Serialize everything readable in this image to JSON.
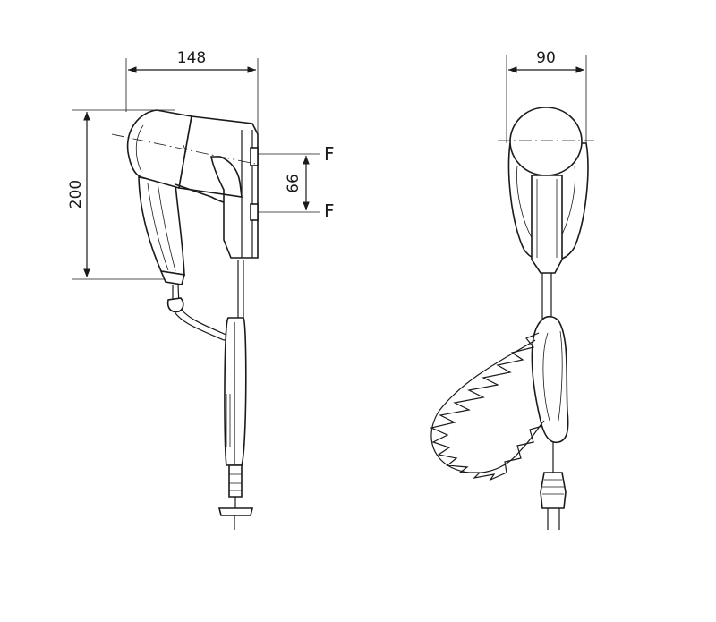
{
  "dimensions": {
    "side_width": "148",
    "side_height": "200",
    "bracket_spacing": "66",
    "front_width": "90"
  },
  "labels": {
    "fixing_top": "F",
    "fixing_bottom": "F"
  },
  "icons": {
    "side_view": "hair-dryer-side-icon",
    "front_view": "hair-dryer-front-icon",
    "plug": "euro-plug-icon"
  },
  "colors": {
    "line": "#1a1a1a",
    "background": "#ffffff"
  }
}
